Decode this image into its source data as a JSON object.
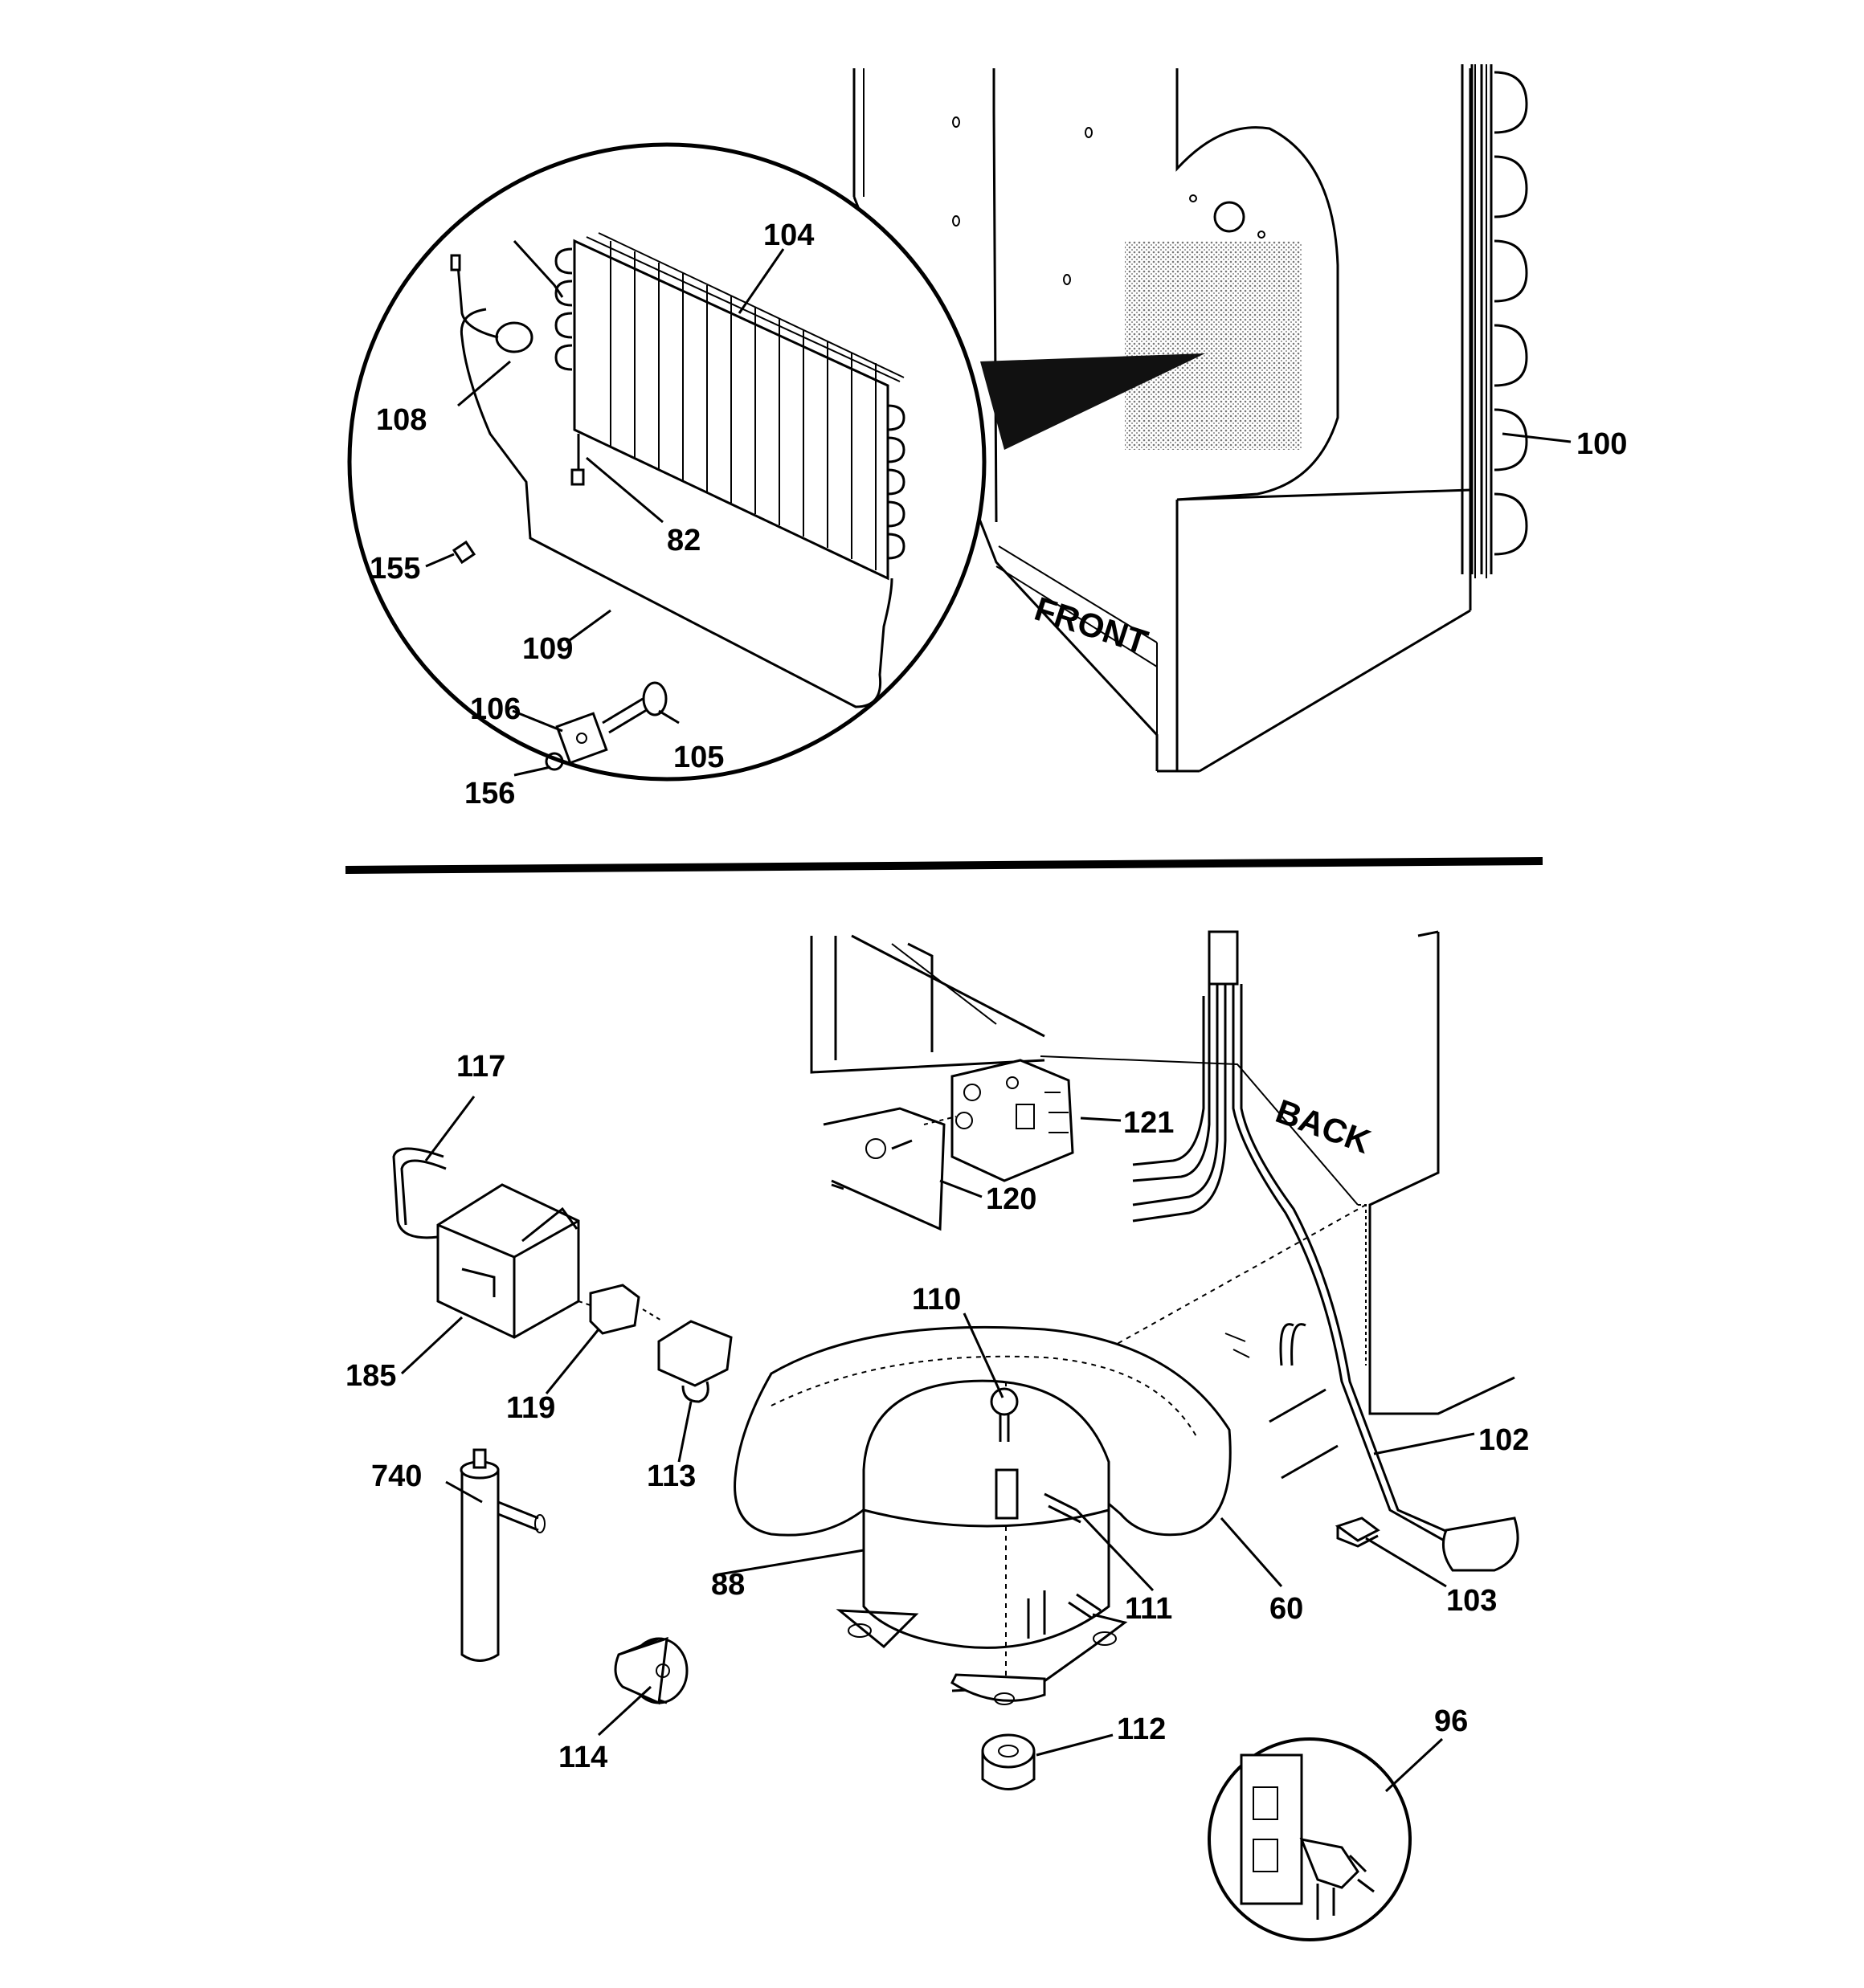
{
  "diagram": {
    "upper_view": {
      "stamp_front": "FRONT",
      "callouts": [
        {
          "id": "c104",
          "text": "104"
        },
        {
          "id": "c108",
          "text": "108"
        },
        {
          "id": "c82",
          "text": "82"
        },
        {
          "id": "c155",
          "text": "155"
        },
        {
          "id": "c109",
          "text": "109"
        },
        {
          "id": "c106",
          "text": "106"
        },
        {
          "id": "c105",
          "text": "105"
        },
        {
          "id": "c156",
          "text": "156"
        },
        {
          "id": "c100",
          "text": "100"
        }
      ]
    },
    "lower_view": {
      "stamp_back": "BACK",
      "callouts": [
        {
          "id": "c117",
          "text": "117"
        },
        {
          "id": "c121",
          "text": "121"
        },
        {
          "id": "c120",
          "text": "120"
        },
        {
          "id": "c110",
          "text": "110"
        },
        {
          "id": "c185",
          "text": "185"
        },
        {
          "id": "c119",
          "text": "119"
        },
        {
          "id": "c113",
          "text": "113"
        },
        {
          "id": "c102",
          "text": "102"
        },
        {
          "id": "c740",
          "text": "740"
        },
        {
          "id": "c88",
          "text": "88"
        },
        {
          "id": "c111",
          "text": "111"
        },
        {
          "id": "c60",
          "text": "60"
        },
        {
          "id": "c103",
          "text": "103"
        },
        {
          "id": "c96",
          "text": "96"
        },
        {
          "id": "c112",
          "text": "112"
        },
        {
          "id": "c114",
          "text": "114"
        }
      ]
    }
  }
}
